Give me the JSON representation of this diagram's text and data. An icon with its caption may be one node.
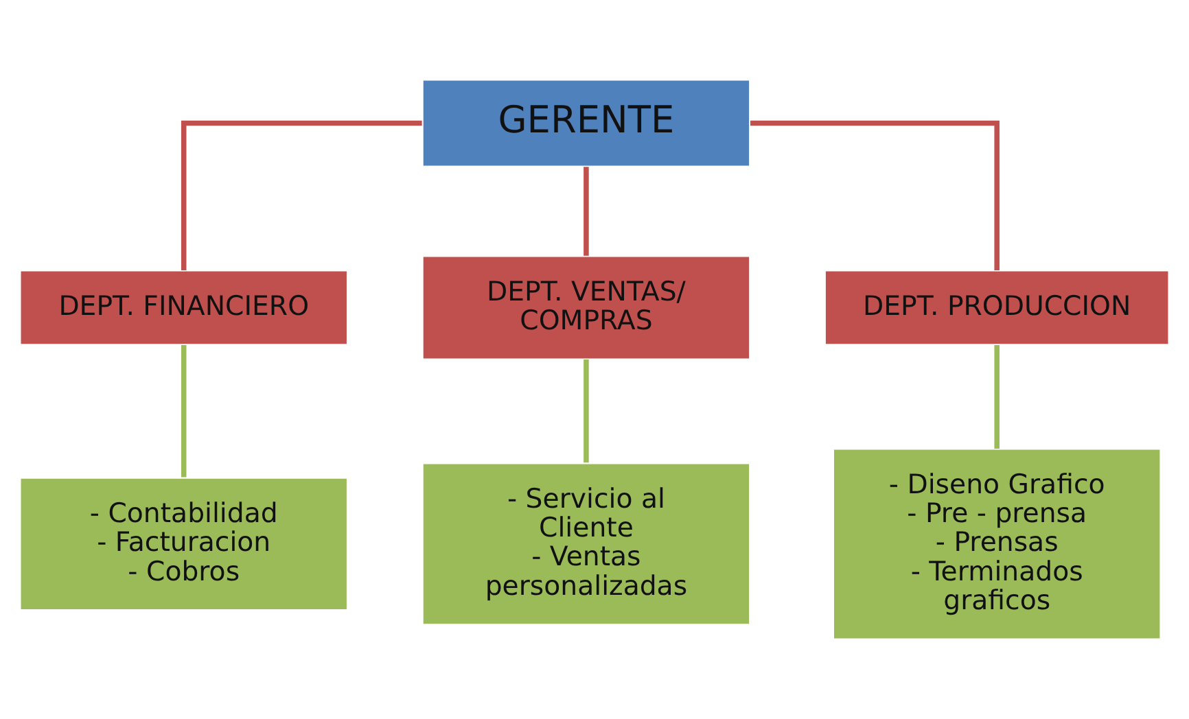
{
  "diagram": {
    "nodes": [
      {
        "text": [
          "GERENTE"
        ]
      },
      {
        "text": [
          "DEPT. FINANCIERO"
        ]
      },
      {
        "text": [
          "DEPT. VENTAS/ COMPRAS"
        ]
      },
      {
        "text": [
          "DEPT. PRODUCCION"
        ]
      },
      {
        "text": [
          "- Contabilidad",
          "- Facturacion",
          "- Cobros"
        ]
      },
      {
        "text": [
          "- Servicio al Cliente",
          "- Ventas personalizadas"
        ]
      },
      {
        "text": [
          "- Diseno Grafico",
          "- Pre - prensa",
          "- Prensas",
          "- Terminados  graficos"
        ]
      }
    ],
    "edges": [
      {
        "from": 0,
        "to": 1,
        "arrow": "none",
        "color": "#c0504d"
      },
      {
        "from": 0,
        "to": 2,
        "arrow": "none",
        "color": "#c0504d"
      },
      {
        "from": 0,
        "to": 3,
        "arrow": "none",
        "color": "#c0504d"
      },
      {
        "from": 1,
        "to": 4,
        "arrow": "none",
        "color": "#9bbb59"
      },
      {
        "from": 2,
        "to": 5,
        "arrow": "none",
        "color": "#9bbb59"
      },
      {
        "from": 3,
        "to": 6,
        "arrow": "none",
        "color": "#9bbb59"
      }
    ]
  }
}
